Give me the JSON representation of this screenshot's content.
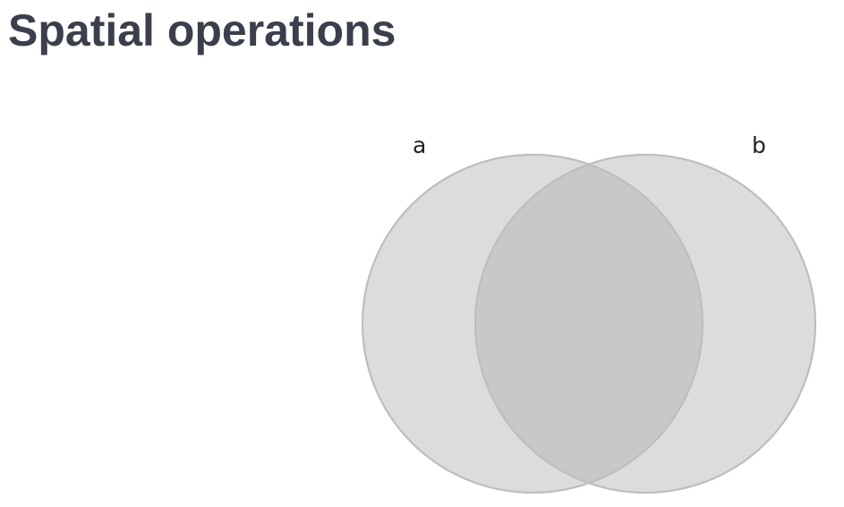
{
  "slide": {
    "title": "Spatial operations"
  },
  "diagram": {
    "sets": [
      {
        "label": "a"
      },
      {
        "label": "b"
      }
    ],
    "colors": {
      "fill": "#dcdcdc",
      "intersection": "#c8c8c8",
      "stroke": "#c4c4c4",
      "label": "#222222"
    }
  }
}
